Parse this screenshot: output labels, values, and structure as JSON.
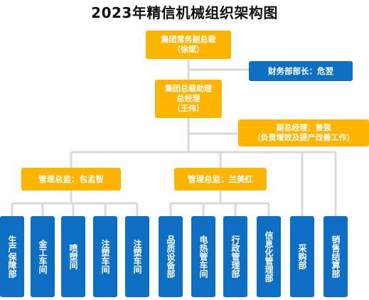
{
  "title": "2023年精信机械组织架构图",
  "chairman": {
    "line1": "集团常务副总裁",
    "line2": "（徐斌）"
  },
  "finance": {
    "label": "财务部部长：危翌"
  },
  "assistant": {
    "line1": "集团总裁助理",
    "line2": "总经理",
    "line3": "（王伟）"
  },
  "vice_gm": {
    "line1": "副总经理：曾强",
    "line2": "（负责增效及提产改善工作）"
  },
  "director_left": {
    "label": "管理总监：包孟智"
  },
  "director_right": {
    "label": "管理总监：兰美红"
  },
  "departments": [
    "生产保障部",
    "金工车间",
    "喷塑间",
    "注塑车间",
    "注塑车间",
    "品质设备部",
    "电热管车间",
    "行政管理部",
    "信息化管理部",
    "采购部",
    "销售结算部"
  ],
  "colors": {
    "orange": "#FFB400",
    "blue": "#0D6FC4",
    "line": "#D9D9D9"
  }
}
